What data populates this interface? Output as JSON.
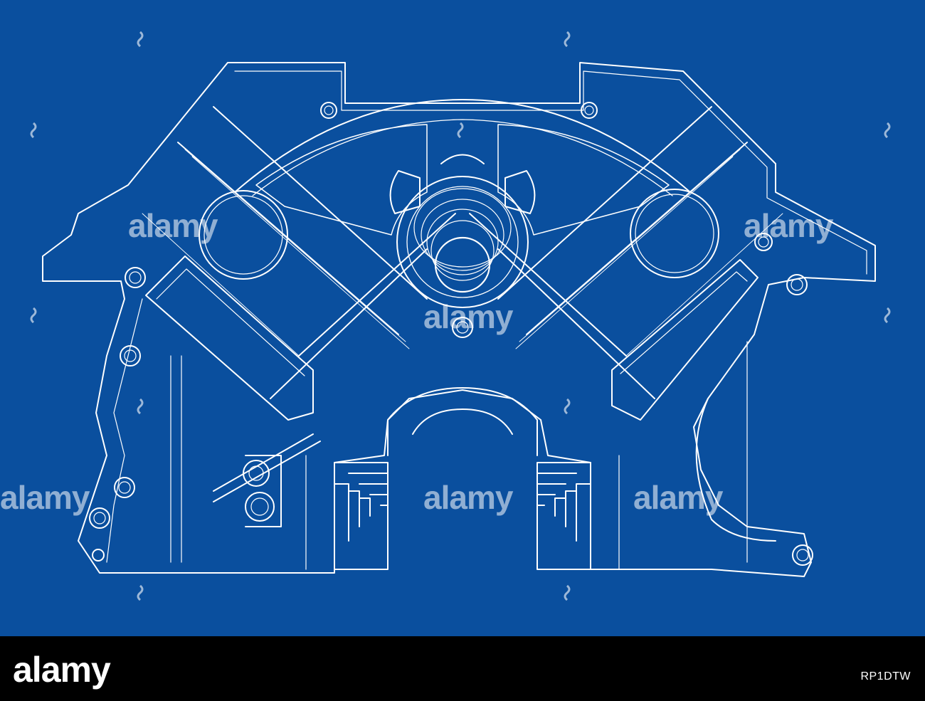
{
  "image": {
    "subject": "engine-block-wireframe",
    "background_color": "#0a4f9e",
    "line_color": "#ffffff"
  },
  "watermark": {
    "text": "alamy"
  },
  "footer": {
    "logo": "alamy",
    "image_id": "RP1DTW",
    "background_color": "#000000"
  }
}
